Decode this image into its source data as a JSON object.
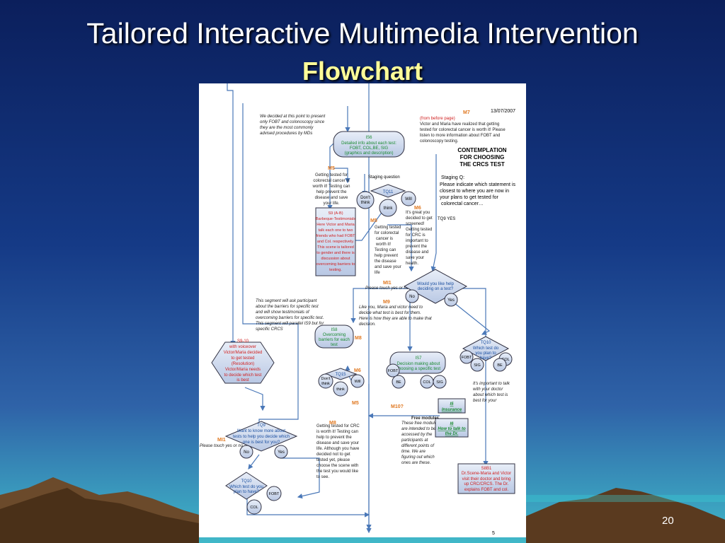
{
  "slide": {
    "title": "Tailored Interactive Multimedia Intervention",
    "subtitle": "Flowchart",
    "page_number": "20"
  },
  "chart": {
    "date": "13/07/2007",
    "page": "5",
    "note_top": [
      "We decided at this point to present",
      "only FOBT and colonoscopy since",
      "they are the most commonly",
      "advised procedures by MDs"
    ],
    "m7": {
      "tag": "M7",
      "lines": [
        "(from before page)",
        "Victor and Maria have realized that getting",
        "tested for colorectal cancer is worth it! Please",
        "listen to more information about FOBT and",
        "colonoscopy testing."
      ]
    },
    "is6": [
      "IS6",
      "Detailed info about each test:",
      "FOBT, COL,BE, SIG",
      "(graphics and description)"
    ],
    "contemplation": [
      "CONTEMPLATION",
      "FOR CHOOSING",
      "THE CRCS TEST"
    ],
    "staging_q": [
      "Staging Q:",
      "Please indicate which statement is",
      "closest to where you are now in",
      "your plans to get tested for",
      "colorectal cancer…"
    ],
    "staging_question": "Staging question",
    "tq9yes": "TQ9 YES",
    "m5a": {
      "tag": "M5",
      "lines": [
        "Getting tested for",
        "colorectal cancer is",
        "worth it! Testing can",
        "help prevent the",
        "disease and save",
        "your life."
      ]
    },
    "tq11": "TQ11",
    "dont_think": [
      "Don't",
      "think"
    ],
    "think": "think",
    "will": "Will",
    "m6a": {
      "tag": "M6",
      "lines": [
        "It's great you",
        "decided to get",
        "screened!",
        "Getting tested",
        "for CRC is",
        "important to",
        "prevent the",
        "disease and",
        "save your",
        "health."
      ]
    },
    "s9": [
      "S9 (A-B)",
      "Barbeque-Testimonials",
      "Here Victor and Maria",
      "talk each one to two",
      "friends who had FOBT",
      "and Col. respectively.",
      "This scene is  tailored",
      "to gender and there is",
      "discussion about",
      "overcoming barriers to",
      "testing."
    ],
    "m5b": {
      "tag": "M5",
      "lines": [
        "Getting tested",
        "for colorectal",
        "cancer is",
        "worth it!",
        "Testing can",
        "help prevent",
        "the disease",
        "and save your",
        "life"
      ]
    },
    "mi1a": {
      "tag": "MI1",
      "text": "Please touch yes or no"
    },
    "decide": [
      "Would you like help",
      "deciding on a test?"
    ],
    "no": "No",
    "yes": "Yes",
    "m9": {
      "tag": "M9",
      "lines": [
        "Like you, Maria and victor need to",
        "decide what test is best for them.",
        "Here is how they are able to make that",
        "decision."
      ]
    },
    "segment_note": [
      "This segment will ask participant",
      "about the barriers for specific test",
      "and will show testimonials of",
      "overcoming barriers for specific test.",
      "This segment will parallel IS9 but for",
      "specific CRCS"
    ],
    "is8": [
      "IS8",
      "Overcoming",
      "barriers for each",
      "test"
    ],
    "m8a": "M8",
    "tq10a": [
      "TQ10",
      "Which test do",
      "you plan to",
      "have?"
    ],
    "fobt": "FOBT",
    "col": "COL",
    "sig": "SIG",
    "be": "BE",
    "s10": [
      "S9-10",
      "with voiceover",
      "Victor/Maria decided",
      "to get tested",
      "(Resolution)",
      "Victor/Maria needs",
      "to decide which test",
      "is best"
    ],
    "is7": [
      "IS7",
      "Decision making about",
      "choosing a specific test"
    ],
    "tq15": "TQ15",
    "m6b": "M6",
    "talk_note": [
      "It's important to talk",
      "with your doctor",
      "about which test is",
      "best for your"
    ],
    "m5c": "M5",
    "m10": "M10?",
    "free": {
      "title": "Free modules",
      "lines": [
        "These free modules",
        "are intended to be",
        "accessed by the",
        "participants at",
        "different points of",
        "time.  We are",
        "figuring out which",
        "ones are these."
      ]
    },
    "is_ins": [
      "I5",
      "Insurance"
    ],
    "is_dr": [
      "I6",
      "How to talk to",
      "the Dr."
    ],
    "tq9": [
      "TQ9",
      "Want to know more about",
      "tests to help you decide which",
      "one is best for you?"
    ],
    "mi1b": {
      "tag": "MI1",
      "text": "Please touch yes or no"
    },
    "m8b": {
      "tag": "M8",
      "lines": [
        "Getting tested for CRC",
        "is worth it!  Testing can",
        "help to prevent the",
        "disease and save your",
        "life. Although you have",
        "decided not to get",
        "tested yet, please",
        "choose the scene with",
        "the test you would like",
        "to see."
      ]
    },
    "tq10b": [
      "TQ10",
      "Which test do you",
      "plan to have?"
    ],
    "s8b1": [
      "S8B1",
      "Dr.Scene-Maria and Victor",
      "visit their doctor and bring",
      "up CRC/CRCS. The Dr.",
      "explains FOBT and col."
    ]
  }
}
